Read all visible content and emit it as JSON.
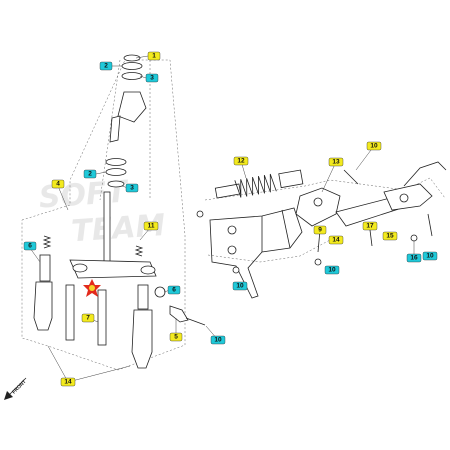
{
  "watermark": {
    "line1": "SOFT",
    "line2": "TEAM"
  },
  "front_label": "FRONT",
  "colors": {
    "callout_yellow": "#f3ea1e",
    "callout_cyan": "#1fc9d9",
    "callout_border": "#333333",
    "line": "#222222",
    "warning_red": "#e32a1c",
    "warning_yellow": "#f6d32b"
  },
  "callouts": [
    {
      "text": "1",
      "style": "yellow"
    },
    {
      "text": "2",
      "style": "cyan"
    },
    {
      "text": "3",
      "style": "cyan"
    },
    {
      "text": "2",
      "style": "cyan"
    },
    {
      "text": "3",
      "style": "cyan"
    },
    {
      "text": "4",
      "style": "yellow"
    },
    {
      "text": "11",
      "style": "yellow"
    },
    {
      "text": "6",
      "style": "cyan"
    },
    {
      "text": "7",
      "style": "yellow"
    },
    {
      "text": "6",
      "style": "cyan"
    },
    {
      "text": "5",
      "style": "yellow"
    },
    {
      "text": "10",
      "style": "cyan"
    },
    {
      "text": "14",
      "style": "yellow"
    },
    {
      "text": "12",
      "style": "yellow"
    },
    {
      "text": "13",
      "style": "yellow"
    },
    {
      "text": "10",
      "style": "yellow"
    },
    {
      "text": "9",
      "style": "yellow"
    },
    {
      "text": "14",
      "style": "yellow"
    },
    {
      "text": "17",
      "style": "yellow"
    },
    {
      "text": "15",
      "style": "yellow"
    },
    {
      "text": "16",
      "style": "cyan"
    },
    {
      "text": "10",
      "style": "cyan"
    },
    {
      "text": "10",
      "style": "cyan"
    },
    {
      "text": "10",
      "style": "cyan"
    }
  ]
}
